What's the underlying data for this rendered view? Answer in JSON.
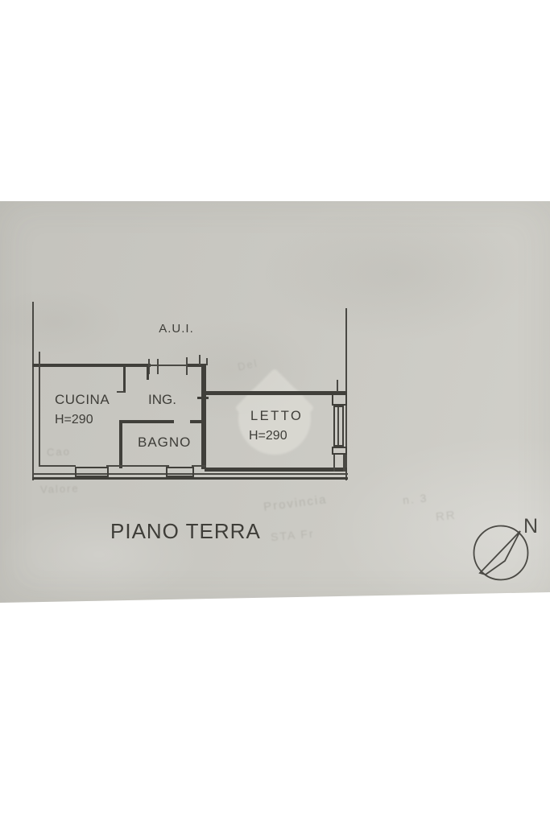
{
  "plan": {
    "aui_label": "A.U.I.",
    "cucina_label": "CUCINA",
    "cucina_height": "H=290",
    "ing_label": "ING.",
    "bagno_label": "BAGNO",
    "letto_label": "LETTO",
    "letto_height": "H=290",
    "floor_label": "PIANO TERRA"
  },
  "compass": {
    "north_label": "N"
  },
  "bleedthrough": {
    "upper": "Del",
    "left_upper": "Cao",
    "left_lower": "Valore",
    "center": "Provincia",
    "right_upper": "n. 3",
    "right_lower": "RR",
    "lower": "STA Fr"
  },
  "colors": {
    "paper": "#c9c8c2",
    "paper_light": "#d1d0ca",
    "paper_dark": "#c4c3bd",
    "ink": "#403f3a",
    "ink_light": "#4a4944",
    "label_text": "#3e3d38",
    "margin_white": "#ffffff"
  }
}
